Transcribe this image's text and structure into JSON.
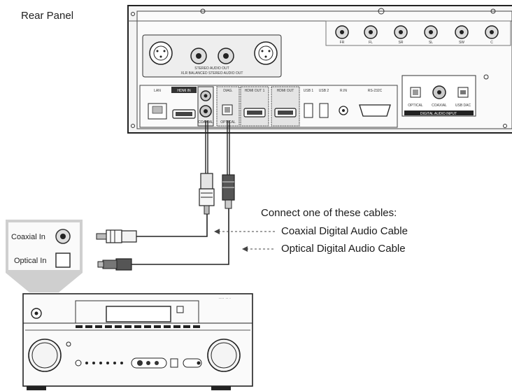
{
  "title": "Rear Panel",
  "legend": {
    "header": "Connect one of these cables:",
    "coaxial": "Coaxial Digital Audio Cable",
    "optical": "Optical Digital Audio Cable"
  },
  "receiver_inputs": {
    "coaxial": "Coaxial In",
    "optical": "Optical In"
  },
  "panel_labels": {
    "lan": "LAN",
    "hdmi_in": "HDMI IN",
    "diag": "DIAG.",
    "hdmi_out_1": "HDMI OUT 1",
    "hdmi_out_2": "HDMI OUT",
    "usb1": "USB 1",
    "usb2": "USB 2",
    "rin": "R.IN",
    "rs232c": "RS-232C",
    "coaxial": "COAXIAL",
    "optical": "OPTICAL",
    "stereo_out": "STEREO AUDIO OUT",
    "xlr_out": "XLR BALANCED STEREO AUDIO OUT",
    "dai_optical": "OPTICAL",
    "dai_coaxial": "COAXIAL",
    "dai_usb": "USB DAC",
    "dai_title": "DIGITAL AUDIO INPUT",
    "ch_fr": "FR",
    "ch_fl": "FL",
    "ch_sr": "SR",
    "ch_sl": "SL",
    "ch_sw": "SW",
    "ch_c": "C"
  },
  "colors": {
    "line": "#222222",
    "panel_fill": "#f2f2f2",
    "callout": "#cfcfcf"
  }
}
